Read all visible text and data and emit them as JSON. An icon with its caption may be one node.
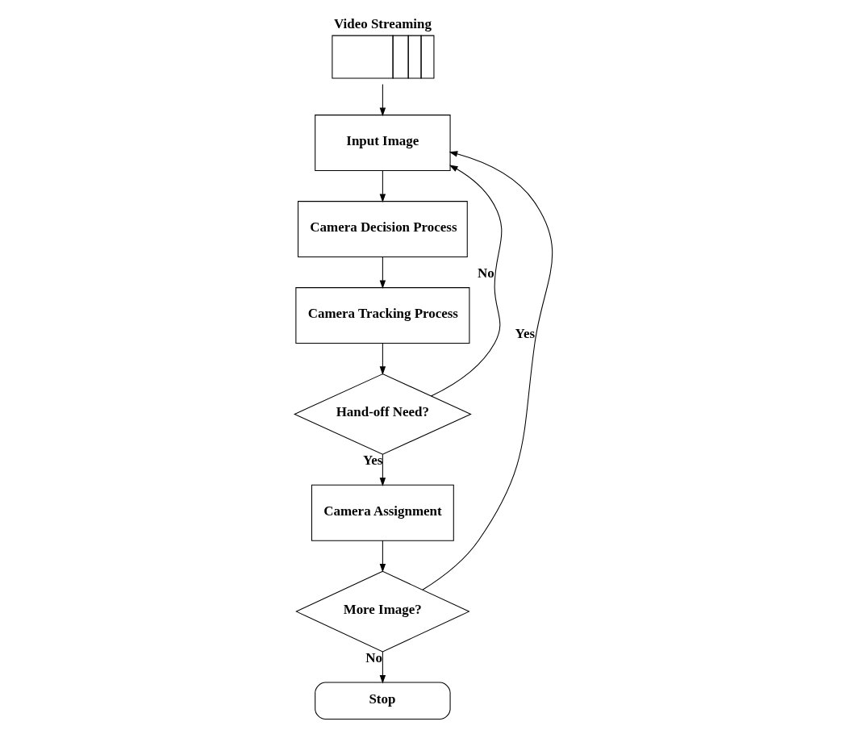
{
  "diagram": {
    "nodes": [
      {
        "text": [
          "Video Streaming"
        ]
      },
      {
        "text": [
          "Input Image"
        ]
      },
      {
        "text": [
          "Camera Decision Process"
        ]
      },
      {
        "text": [
          "Camera Tracking Process"
        ]
      },
      {
        "text": [
          "Hand-off Need?"
        ]
      },
      {
        "text": [
          "Camera Assignment"
        ]
      },
      {
        "text": [
          "More Image?"
        ]
      },
      {
        "text": [
          "Stop"
        ]
      }
    ],
    "edges": [
      {
        "from": 0,
        "to": 1,
        "arrow": "to"
      },
      {
        "from": 1,
        "to": 2,
        "arrow": "to"
      },
      {
        "from": 2,
        "to": 3,
        "arrow": "to"
      },
      {
        "from": 3,
        "to": 4,
        "arrow": "to"
      },
      {
        "from": 4,
        "to": 1,
        "arrow": "to",
        "label": "No"
      },
      {
        "from": 4,
        "to": 5,
        "arrow": "to",
        "label": "Yes"
      },
      {
        "from": 5,
        "to": 6,
        "arrow": "to"
      },
      {
        "from": 6,
        "to": 1,
        "arrow": "to",
        "label": "Yes"
      },
      {
        "from": 6,
        "to": 7,
        "arrow": "to",
        "label": "No"
      }
    ]
  }
}
